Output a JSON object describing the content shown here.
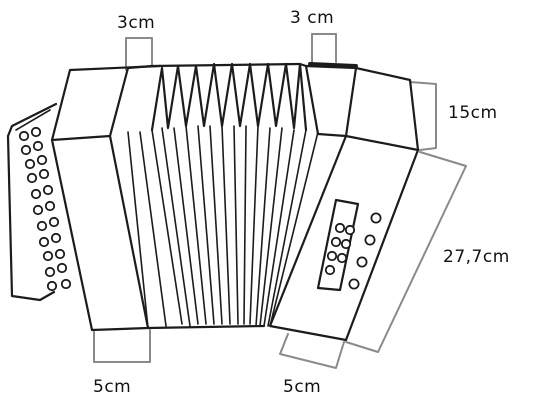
{
  "labels": {
    "top_left": "3cm",
    "top_right": "3 cm",
    "right_upper": "15cm",
    "right_lower": "27,7cm",
    "bottom_left": "5cm",
    "bottom_right": "5cm"
  },
  "colors": {
    "ink": "#1c1c1c",
    "dimension": "#8a8a8a",
    "background": "#ffffff"
  }
}
